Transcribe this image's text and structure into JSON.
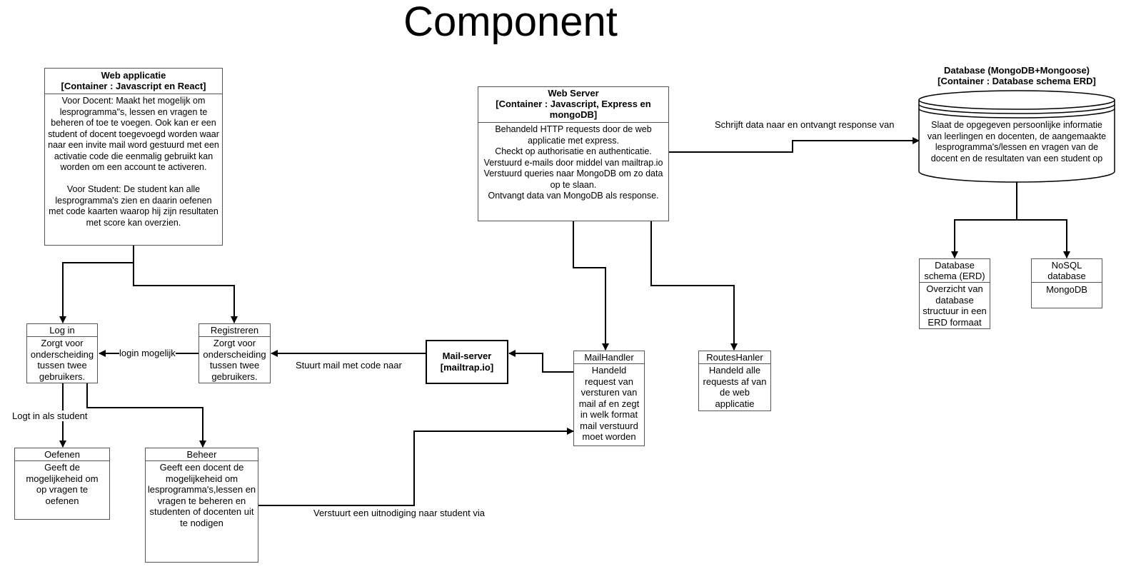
{
  "title": "Component",
  "web_app": {
    "header": "Web applicatie\n[Container : Javascript en React]",
    "body": "Voor Docent: Maakt het mogelijk om lesprogramma\"s, lessen en vragen te beheren of toe te voegen. Ook kan er een student of docent toegevoegd worden waar naar een invite mail word gestuurd met een activatie code die eenmalig gebruikt kan worden om een account te activeren.\n\nVoor Student: De student kan alle lesprogramma's zien en daarin oefenen met code kaarten waarop hij zijn resultaten met score kan overzien."
  },
  "web_server": {
    "header": "Web Server\n[Container : Javascript, Express en mongoDB]",
    "body": "Behandeld HTTP requests door de web applicatie met express.\nCheckt op authorisatie en authenticatie.\nVerstuurd e-mails door middel van mailtrap.io\nVerstuurd queries naar MongoDB om zo data op te slaan.\nOntvangt data van MongoDB als response."
  },
  "database": {
    "header": "Database (MongoDB+Mongoose)\n[Container :  Database schema ERD]",
    "body": "Slaat de opgegeven persoonlijke informatie van leerlingen en docenten, de aangemaakte lesprogramma's/lessen en vragen van de docent en de resultaten van een student op"
  },
  "db_schema": {
    "header": "Database schema (ERD)",
    "body": "Overzicht van database structuur in een ERD formaat"
  },
  "nosql": {
    "header": "NoSQL database",
    "body": "MongoDB"
  },
  "login": {
    "header": "Log in",
    "body": "Zorgt voor onderscheiding tussen twee gebruikers."
  },
  "register": {
    "header": "Registreren",
    "body": "Zorgt voor onderscheiding tussen twee gebruikers."
  },
  "mail_server": {
    "text": "Mail-server\n[mailtrap.io]"
  },
  "mail_handler": {
    "header": "MailHandler",
    "body": "Handeld request van versturen van mail af en zegt in welk format mail verstuurd moet worden"
  },
  "routes_handler": {
    "header": "RoutesHanler",
    "body": "Handeld alle requests af van de web applicatie"
  },
  "oefenen": {
    "header": "Oefenen",
    "body": "Geeft de mogelijkeheid om op vragen te oefenen"
  },
  "beheer": {
    "header": "Beheer",
    "body": "Geeft een docent de mogelijkeheid om lesprogramma's,lessen en vragen te beheren en studenten of docenten uit te nodigen"
  },
  "labels": {
    "server_db": "Schrijft data naar en ontvangt response van",
    "login_possible": "login mogelijk",
    "send_mail_code": "Stuurt mail met code naar",
    "login_student": "Logt in als student",
    "invite": "Verstuurt een uitnodiging naar student via"
  }
}
